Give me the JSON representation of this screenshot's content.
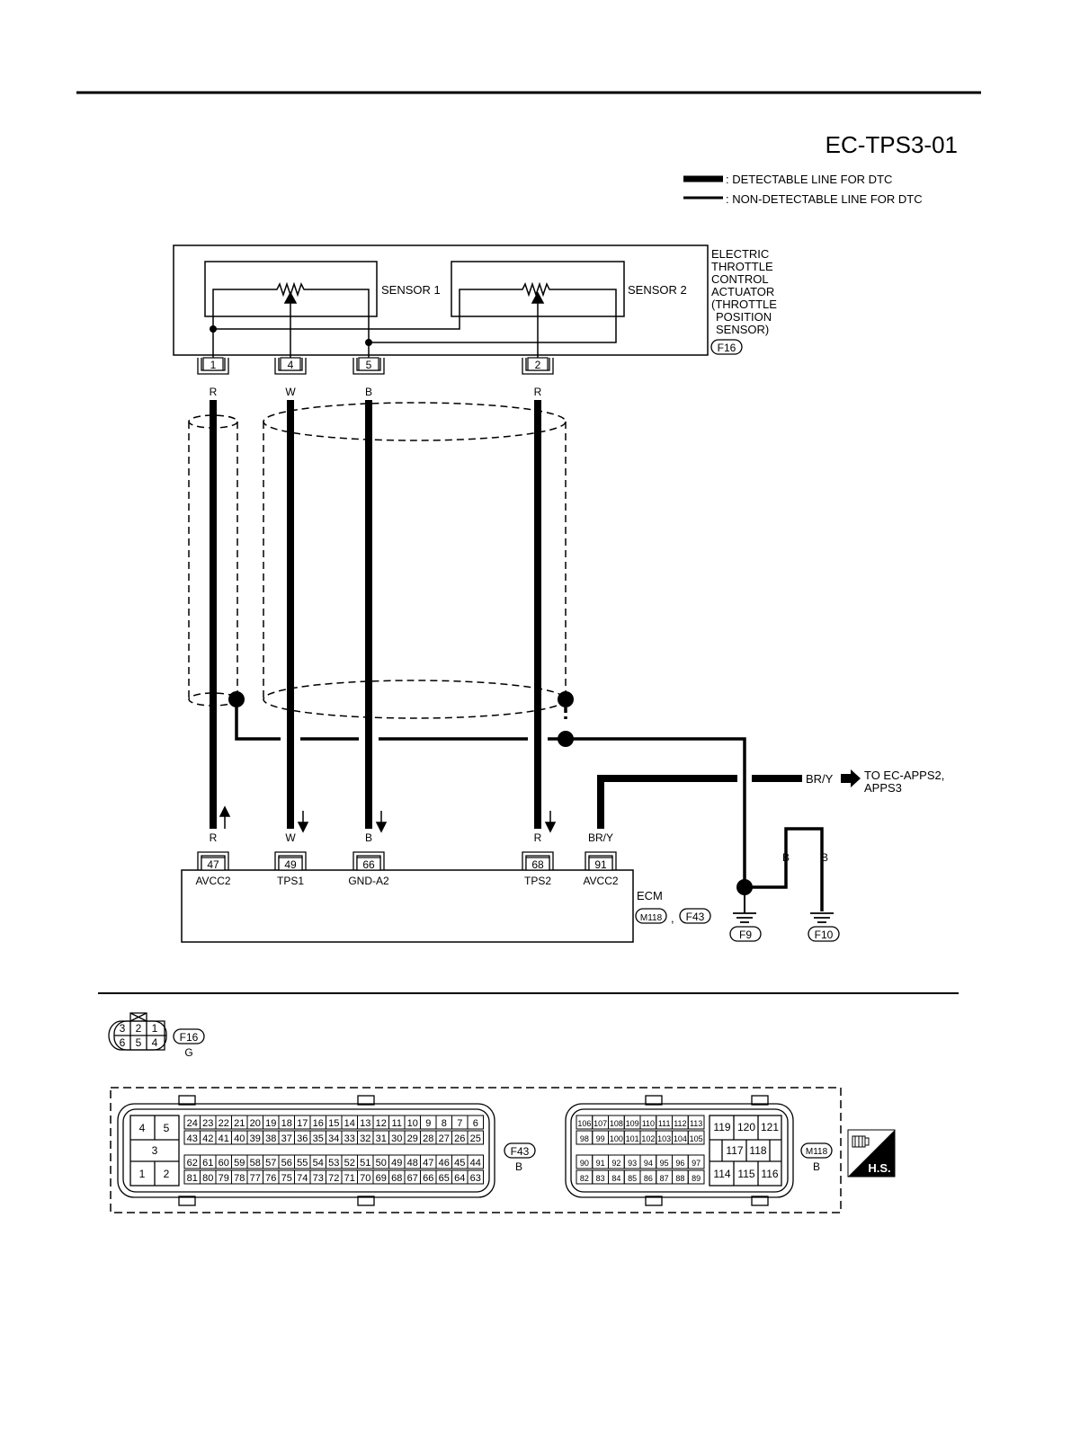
{
  "diagram_id": "EC-TPS3-01",
  "legend": {
    "detectable": ": DETECTABLE LINE FOR DTC",
    "non_detectable": ": NON-DETECTABLE LINE FOR DTC"
  },
  "actuator": {
    "name_lines": [
      "ELECTRIC",
      "THROTTLE",
      "CONTROL",
      "ACTUATOR",
      "(THROTTLE",
      "POSITION",
      "SENSOR)"
    ],
    "connector": "F16",
    "sensor1": "SENSOR 1",
    "sensor2": "SENSOR 2"
  },
  "top_pins": [
    {
      "pin": "1",
      "color": "R"
    },
    {
      "pin": "4",
      "color": "W"
    },
    {
      "pin": "5",
      "color": "B"
    },
    {
      "pin": "2",
      "color": "R"
    }
  ],
  "ecm": {
    "name": "ECM",
    "connectors": [
      "M118",
      "F43"
    ],
    "comma": ",",
    "pins": [
      {
        "pin": "47",
        "color": "R",
        "signal": "AVCC2"
      },
      {
        "pin": "49",
        "color": "W",
        "signal": "TPS1"
      },
      {
        "pin": "66",
        "color": "B",
        "signal": "GND-A2"
      },
      {
        "pin": "68",
        "color": "R",
        "signal": "TPS2"
      },
      {
        "pin": "91",
        "color": "BR/Y",
        "signal": "AVCC2"
      }
    ]
  },
  "branch": {
    "color": "BR/Y",
    "to_lines": [
      "TO EC-APPS2,",
      "APPS3"
    ]
  },
  "grounds": {
    "f9": "F9",
    "f10": "F10",
    "wire_b1": "B",
    "wire_b2": "B"
  },
  "connector_f16": {
    "label": "F16",
    "color": "G",
    "top_row": [
      "3",
      "2",
      "1"
    ],
    "bottom_row": [
      "6",
      "5",
      "4"
    ]
  },
  "connector_f43": {
    "label": "F43",
    "color": "B",
    "left_pins": [
      "4",
      "5",
      "3",
      "1",
      "2"
    ],
    "row1": [
      "24",
      "23",
      "22",
      "21",
      "20",
      "19",
      "18",
      "17",
      "16",
      "15",
      "14",
      "13",
      "12",
      "11",
      "10",
      "9",
      "8",
      "7",
      "6"
    ],
    "row2": [
      "43",
      "42",
      "41",
      "40",
      "39",
      "38",
      "37",
      "36",
      "35",
      "34",
      "33",
      "32",
      "31",
      "30",
      "29",
      "28",
      "27",
      "26",
      "25"
    ],
    "row3": [
      "62",
      "61",
      "60",
      "59",
      "58",
      "57",
      "56",
      "55",
      "54",
      "53",
      "52",
      "51",
      "50",
      "49",
      "48",
      "47",
      "46",
      "45",
      "44"
    ],
    "row4": [
      "81",
      "80",
      "79",
      "78",
      "77",
      "76",
      "75",
      "74",
      "73",
      "72",
      "71",
      "70",
      "69",
      "68",
      "67",
      "66",
      "65",
      "64",
      "63"
    ]
  },
  "connector_m118": {
    "label": "M118",
    "color": "B",
    "row1": [
      "106",
      "107",
      "108",
      "109",
      "110",
      "111",
      "112",
      "113"
    ],
    "row2": [
      "98",
      "99",
      "100",
      "101",
      "102",
      "103",
      "104",
      "105"
    ],
    "row3": [
      "90",
      "91",
      "92",
      "93",
      "94",
      "95",
      "96",
      "97"
    ],
    "row4": [
      "82",
      "83",
      "84",
      "85",
      "86",
      "87",
      "88",
      "89"
    ],
    "right_top": [
      "119",
      "120",
      "121"
    ],
    "right_mid": [
      "117",
      "118"
    ],
    "right_bottom": [
      "114",
      "115",
      "116"
    ]
  },
  "hs_badge": "H.S."
}
